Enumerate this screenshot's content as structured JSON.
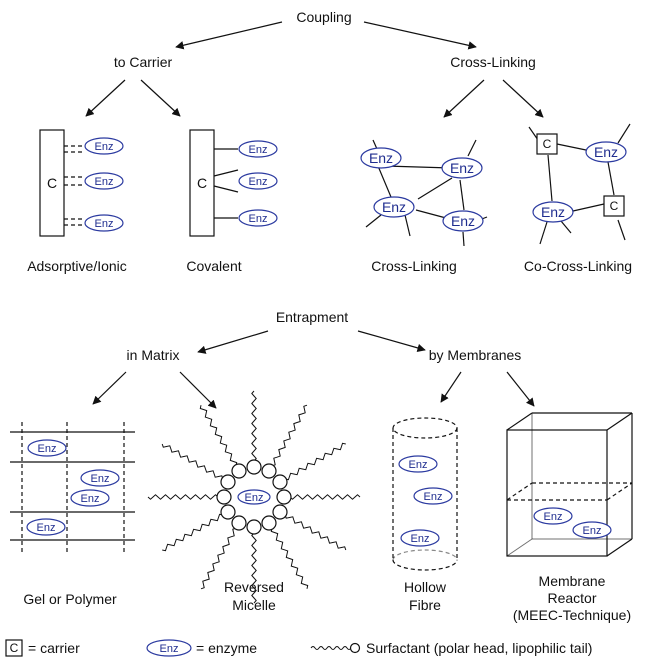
{
  "labels": {
    "coupling": "Coupling",
    "to_carrier": "to Carrier",
    "cross_linking_branch": "Cross-Linking",
    "adsorptive": "Adsorptive/Ionic",
    "covalent": "Covalent",
    "cross_linking": "Cross-Linking",
    "co_cross_linking": "Co-Cross-Linking",
    "entrapment": "Entrapment",
    "in_matrix": "in Matrix",
    "by_membranes": "by Membranes",
    "gel_polymer": "Gel or Polymer",
    "reversed_1": "Reversed",
    "reversed_2": "Micelle",
    "hollow_1": "Hollow",
    "hollow_2": "Fibre",
    "membrane_1": "Membrane",
    "membrane_2": "Reactor",
    "membrane_3": "(MEEC-Technique)"
  },
  "symbols": {
    "carrier": "C",
    "enzyme": "Enz"
  },
  "legend": {
    "carrier_symbol": "C",
    "carrier_text": "= carrier",
    "enzyme_symbol": "Enz",
    "enzyme_text": "= enzyme",
    "surfactant_text": "Surfactant (polar head, lipophilic tail)"
  },
  "colors": {
    "enzyme": "#2b3aa0",
    "line": "#111111"
  }
}
